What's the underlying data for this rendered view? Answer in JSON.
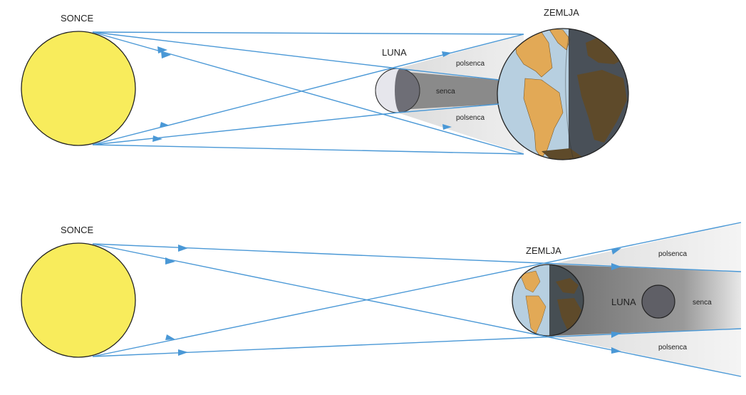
{
  "solar_eclipse": {
    "sun_label": "SONCE",
    "moon_label": "LUNA",
    "earth_label": "ZEMLJA",
    "umbra_label": "senca",
    "penumbra_top_label": "polsenca",
    "penumbra_bottom_label": "polsenca"
  },
  "lunar_eclipse": {
    "sun_label": "SONCE",
    "earth_label": "ZEMLJA",
    "moon_label": "LUNA",
    "umbra_label": "senca",
    "penumbra_top_label": "polsenca",
    "penumbra_bottom_label": "polsenca"
  },
  "colors": {
    "sun": "#f8ec5c",
    "ray": "#4a98d6",
    "ocean": "#b7cfe0",
    "land": "#e2a956",
    "land_shadow": "#5e4a2a",
    "night": "#3a3f44",
    "shadow": "#8a8a8a",
    "moon_lit": "#e6e6ec",
    "moon_dark": "#6e6e76"
  }
}
